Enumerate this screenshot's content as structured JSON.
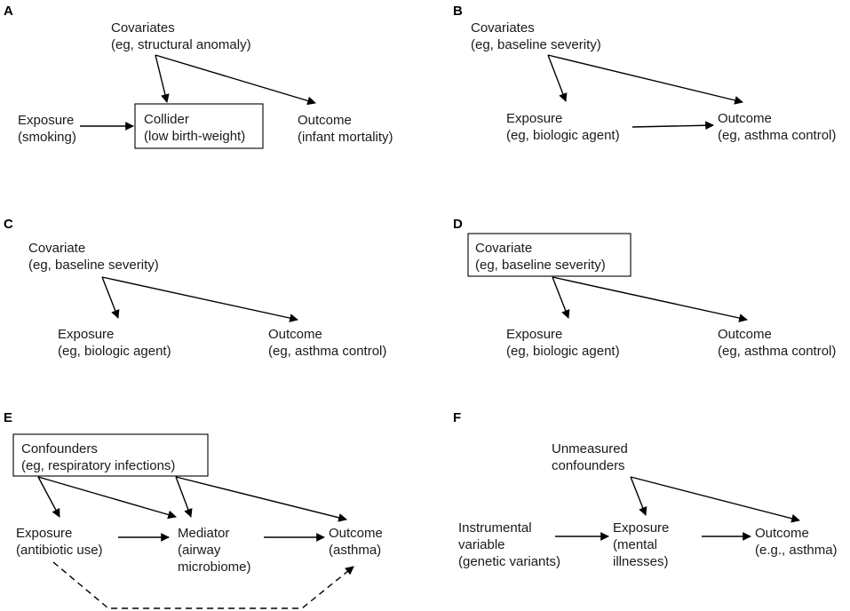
{
  "panels": {
    "A": {
      "label": "A",
      "covariates": [
        "Covariates",
        "(eg, structural anomaly)"
      ],
      "exposure": [
        "Exposure",
        "(smoking)"
      ],
      "collider": [
        "Collider",
        "(low birth-weight)"
      ],
      "outcome": [
        "Outcome",
        "(infant mortality)"
      ]
    },
    "B": {
      "label": "B",
      "covariates": [
        "Covariates",
        "(eg, baseline severity)"
      ],
      "exposure": [
        "Exposure",
        "(eg, biologic agent)"
      ],
      "outcome": [
        "Outcome",
        "(eg, asthma control)"
      ]
    },
    "C": {
      "label": "C",
      "covariate": [
        "Covariate",
        "(eg, baseline severity)"
      ],
      "exposure": [
        "Exposure",
        "(eg, biologic agent)"
      ],
      "outcome": [
        "Outcome",
        "(eg, asthma control)"
      ]
    },
    "D": {
      "label": "D",
      "covariate": [
        "Covariate",
        "(eg, baseline severity)"
      ],
      "exposure": [
        "Exposure",
        "(eg, biologic agent)"
      ],
      "outcome": [
        "Outcome",
        "(eg, asthma control)"
      ]
    },
    "E": {
      "label": "E",
      "confounders": [
        "Confounders",
        "(eg, respiratory infections)"
      ],
      "exposure": [
        "Exposure",
        "(antibiotic use)"
      ],
      "mediator": [
        "Mediator",
        "(airway",
        "microbiome)"
      ],
      "outcome": [
        "Outcome",
        "(asthma)"
      ]
    },
    "F": {
      "label": "F",
      "unmeasured": [
        "Unmeasured",
        "confounders"
      ],
      "instrument": [
        "Instrumental",
        "variable",
        "(genetic variants)"
      ],
      "exposure": [
        "Exposure",
        "(mental",
        "illnesses)"
      ],
      "outcome": [
        "Outcome",
        "(e.g., asthma)"
      ]
    }
  }
}
